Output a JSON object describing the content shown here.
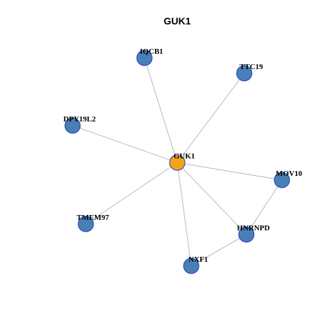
{
  "title": "GUK1",
  "colors": {
    "center_node": "#f5a31a",
    "neighbor_node": "#4a7fb5",
    "node_border": "#1f3fbf",
    "edge": "#a8a8a8"
  },
  "nodes": [
    {
      "id": "GUK1",
      "label": "GUK1",
      "role": "center"
    },
    {
      "id": "IQCB1",
      "label": "IQCB1",
      "role": "neighbor"
    },
    {
      "id": "TTC19",
      "label": "TTC19",
      "role": "neighbor"
    },
    {
      "id": "DPY19L2",
      "label": "DPY19L2",
      "role": "neighbor"
    },
    {
      "id": "MOV10",
      "label": "MOV10",
      "role": "neighbor"
    },
    {
      "id": "TMEM97",
      "label": "TMEM97",
      "role": "neighbor"
    },
    {
      "id": "HNRNPD",
      "label": "HNRNPD",
      "role": "neighbor"
    },
    {
      "id": "NXF1",
      "label": "NXF1",
      "role": "neighbor"
    }
  ],
  "edges": [
    {
      "source": "GUK1",
      "target": "IQCB1"
    },
    {
      "source": "GUK1",
      "target": "TTC19"
    },
    {
      "source": "GUK1",
      "target": "DPY19L2"
    },
    {
      "source": "GUK1",
      "target": "MOV10"
    },
    {
      "source": "GUK1",
      "target": "TMEM97"
    },
    {
      "source": "GUK1",
      "target": "HNRNPD"
    },
    {
      "source": "GUK1",
      "target": "NXF1"
    },
    {
      "source": "MOV10",
      "target": "HNRNPD"
    },
    {
      "source": "HNRNPD",
      "target": "NXF1"
    }
  ]
}
